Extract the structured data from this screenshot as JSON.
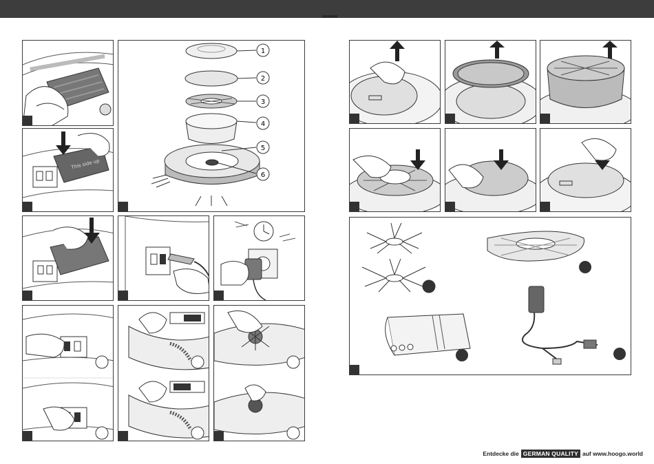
{
  "footer": {
    "prefix": "Entdecke die",
    "badge": "GERMAN QUALITY",
    "suffix": "auf www.hoogo.world"
  },
  "exploded_view": {
    "callouts": [
      "1",
      "2",
      "3",
      "4",
      "5",
      "6"
    ]
  },
  "battery_label": "This side up",
  "colors": {
    "topbar": "#3d3d3d",
    "line": "#3a3a3a",
    "tag": "#333333"
  }
}
